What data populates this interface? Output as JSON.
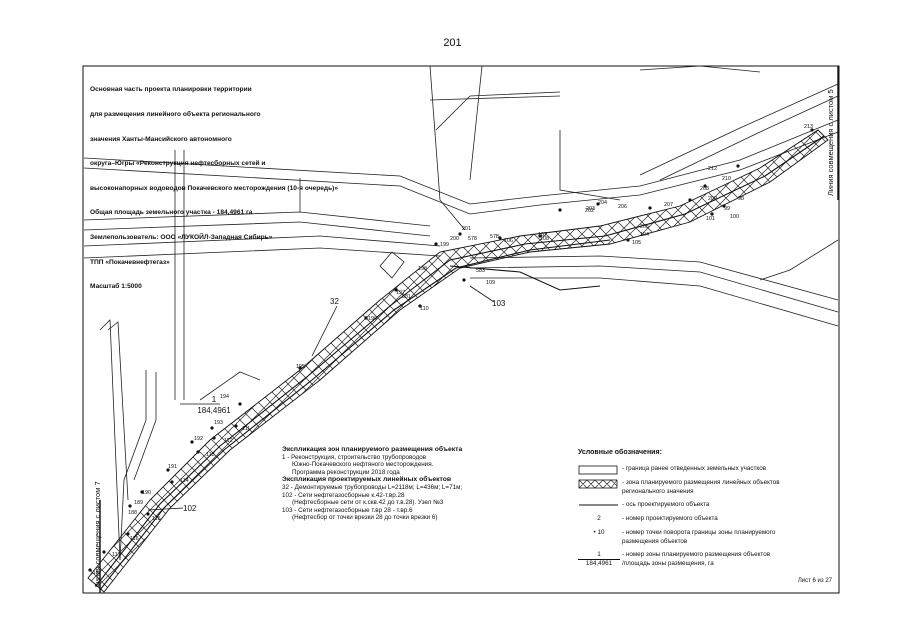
{
  "page_number": "201",
  "title_block": {
    "lines": [
      "Основная часть проекта планировки территории",
      "для размещения линейного объекта регионального",
      "значения Ханты-Мансийского автономного",
      "округа–Югры «Реконструкция нефтесборных сетей и",
      "высоконапорных водоводов Покачевского месторождения (10-я очередь)»",
      "Общая площадь земельного  участка - 184,4961 га",
      "Землепользователь: ООО «ЛУКОЙЛ-Западная Сибирь»",
      "ТПП «Покачевнефтегаз»",
      "Масштаб 1:5000"
    ]
  },
  "match_lines": {
    "right": "Линия совмещения с листом 5",
    "left": "Линия совмещения с листом 7"
  },
  "object_labels": {
    "obj32": "32",
    "obj102": "102",
    "obj103": "103",
    "zone_num": "1",
    "zone_area": "184,4961"
  },
  "point_labels": [
    "213",
    "212",
    "210",
    "208",
    "209",
    "207",
    "206",
    "205",
    "204",
    "203",
    "202",
    "201",
    "200",
    "199",
    "198",
    "197",
    "196",
    "195",
    "194",
    "193",
    "192",
    "191",
    "190",
    "189",
    "188",
    "101",
    "100",
    "99",
    "98",
    "104",
    "105",
    "106",
    "107",
    "108",
    "109",
    "110",
    "111",
    "112",
    "113",
    "114",
    "115",
    "116",
    "117",
    "118",
    "57Б",
    "581",
    "583",
    "578"
  ],
  "explication_zones": {
    "title": "Экспликация зон планируемого размещения объекта",
    "items": [
      "1 - Реконструкция, строительство трубопроводов",
      "Южно-Покачевского нефтяного месторождения.",
      "Программа реконструкции 2018 года"
    ]
  },
  "explication_objects": {
    "title": "Экспликация проектируемых линейных объектов",
    "items": [
      "32 - Демонтируемые трубопроводы L=2118м; L=436м; L=71м;",
      "102 - Сети нефтегазосборные к.42-т.вр.28",
      "(Нефтесборные сети от к.скв.42 до т.в.28). Узел №3",
      "103 - Сети нефтегазосборные т.вр 28 - т.вр.6",
      "(Нефтесбор от точки врезки 28 до точки врезки 6)"
    ]
  },
  "legend": {
    "title": "Условные обозначения:",
    "items": [
      "- граница ранее отведенных земельных участков",
      "- зона планируемого размещения линейных объектов",
      "регионального значения",
      "- ось проектируемого объекта",
      "- номер проектируемого объекта",
      "- номер точки поворота границы зоны планируемого",
      "размещения объектов",
      "- номер зоны планируемого размещения объектов",
      "/площадь зоны размещения, га"
    ],
    "sample_object_number": "2",
    "sample_point": "• 10",
    "sample_zone_num": "1",
    "sample_zone_area": "184,4961"
  },
  "sheet_label": "Лист 6 из 27"
}
